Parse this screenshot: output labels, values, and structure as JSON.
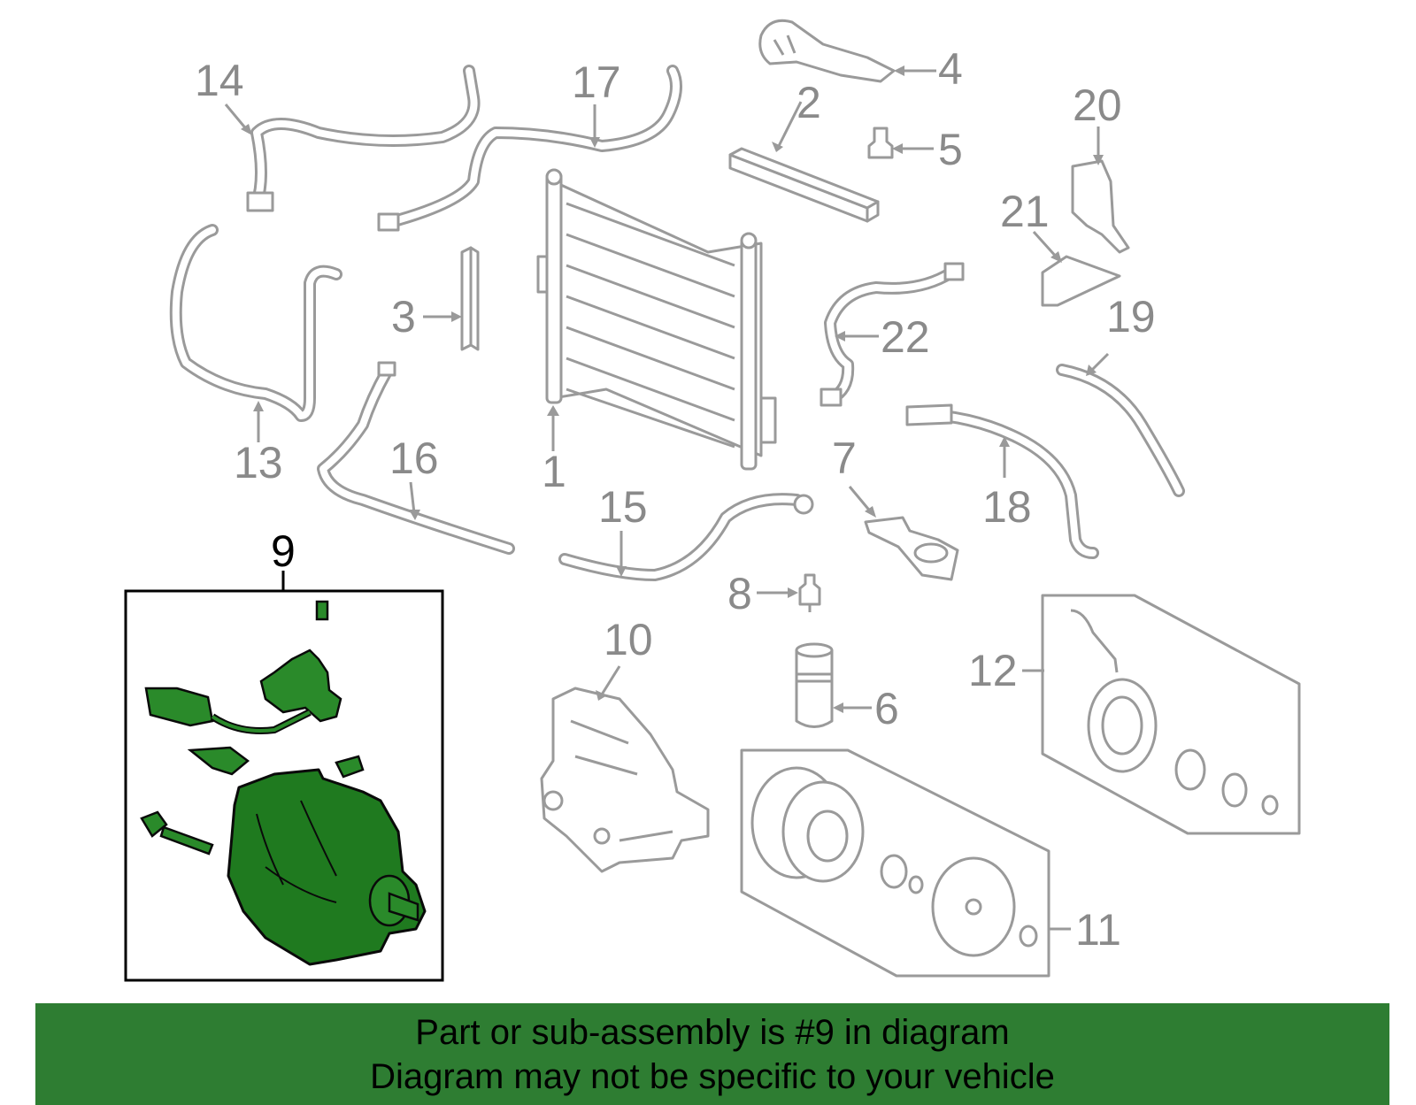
{
  "callouts": [
    "1",
    "2",
    "3",
    "4",
    "5",
    "6",
    "7",
    "8",
    "9",
    "10",
    "11",
    "12",
    "13",
    "14",
    "15",
    "16",
    "17",
    "18",
    "19",
    "20",
    "21",
    "22"
  ],
  "highlighted_part": "9",
  "banner": {
    "line1": "Part or sub-assembly is #9 in diagram",
    "line2": "Diagram may not be specific to your vehicle"
  },
  "colors": {
    "highlight": "#1f7a1f",
    "banner": "#2e7d32",
    "parts": "#9a9a9a"
  }
}
